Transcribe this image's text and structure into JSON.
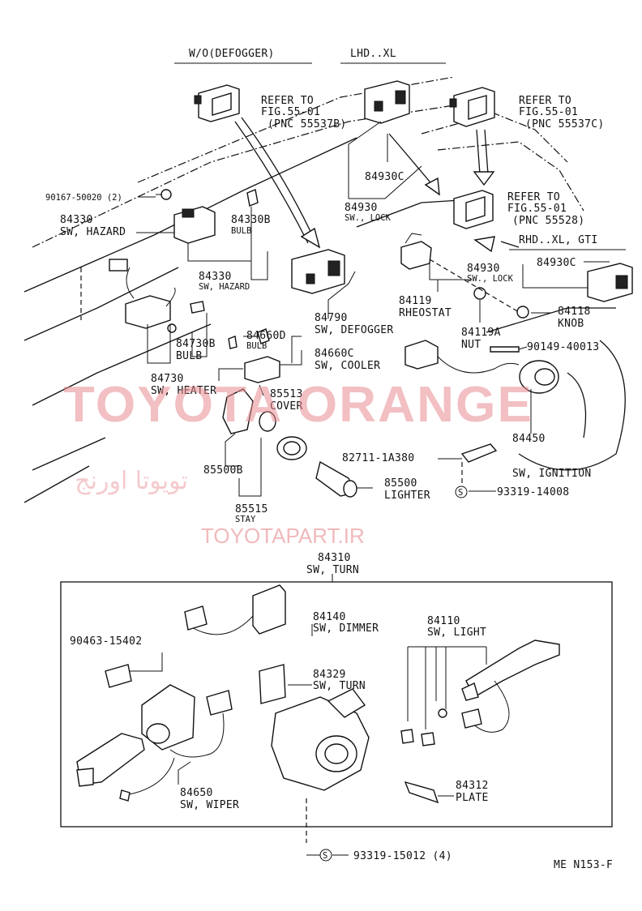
{
  "diagram": {
    "code": "ME N153-F",
    "headers": {
      "wo_defogger": "W/O(DEFOGGER)",
      "lhd_xl": "LHD..XL",
      "rhd_xl_gti": "RHD..XL, GTI"
    },
    "refs": {
      "ref1": {
        "l1": "REFER TO",
        "l2": "FIG.55-01",
        "l3": "(PNC 55537B)"
      },
      "ref2": {
        "l1": "REFER TO",
        "l2": "FIG.55-01",
        "l3": "(PNC 55537C)"
      },
      "ref3": {
        "l1": "REFER TO",
        "l2": "FIG.55-01",
        "l3": "(PNC 55528)"
      }
    },
    "parts": {
      "p90167": {
        "num": "90167-50020 (2)"
      },
      "p84330a": {
        "num": "84330",
        "name": "SW, HAZARD"
      },
      "p84330b": {
        "num": "84330B",
        "name": "BULB"
      },
      "p84330c": {
        "num": "84330",
        "name": "SW, HAZARD"
      },
      "p84930c_a": {
        "num": "84930C"
      },
      "p84930a": {
        "num": "84930",
        "name": "SW., LOCK"
      },
      "p84930b": {
        "num": "84930",
        "name": "SW., LOCK"
      },
      "p84930c_b": {
        "num": "84930C"
      },
      "p84119": {
        "num": "84119",
        "name": "RHEOSTAT"
      },
      "p84118": {
        "num": "84118",
        "name": "KNOB"
      },
      "p84119a": {
        "num": "84119A",
        "name": "NUT"
      },
      "p90149": {
        "num": "90149-40013"
      },
      "p84790": {
        "num": "84790",
        "name": "SW, DEFOGGER"
      },
      "p84660d": {
        "num": "84660D",
        "name": "BULB"
      },
      "p84730b": {
        "num": "84730B",
        "name": "BULB"
      },
      "p84660c": {
        "num": "84660C",
        "name": "SW, COOLER"
      },
      "p84730": {
        "num": "84730",
        "name": "SW, HEATER"
      },
      "p85513": {
        "num": "85513",
        "name": "COVER"
      },
      "p85500b": {
        "num": "85500B"
      },
      "p85515": {
        "num": "85515",
        "name": "STAY"
      },
      "p82711": {
        "num": "82711-1A380"
      },
      "p85500": {
        "num": "85500",
        "name": "LIGHTER"
      },
      "p93319a": {
        "num": "93319-14008"
      },
      "p84450": {
        "num": "84450",
        "name": "SW, IGNITION"
      },
      "p84310": {
        "num": "84310",
        "name": "SW, TURN"
      },
      "p84140": {
        "num": "84140",
        "name": "SW, DIMMER"
      },
      "p90463": {
        "num": "90463-15402"
      },
      "p84329": {
        "num": "84329",
        "name": "SW, TURN"
      },
      "p84110": {
        "num": "84110",
        "name": "SW, LIGHT"
      },
      "p84650": {
        "num": "84650",
        "name": "SW, WIPER"
      },
      "p84312": {
        "num": "84312",
        "name": "PLATE"
      },
      "p93319b": {
        "num": "93319-15012 (4)"
      }
    },
    "s_symbol": "S"
  },
  "watermark": {
    "brand": "TOYOTA ORANGE",
    "arabic": "تویوتا اورنج",
    "url": "TOYOTAPART.IR",
    "color": "#e88a90"
  }
}
